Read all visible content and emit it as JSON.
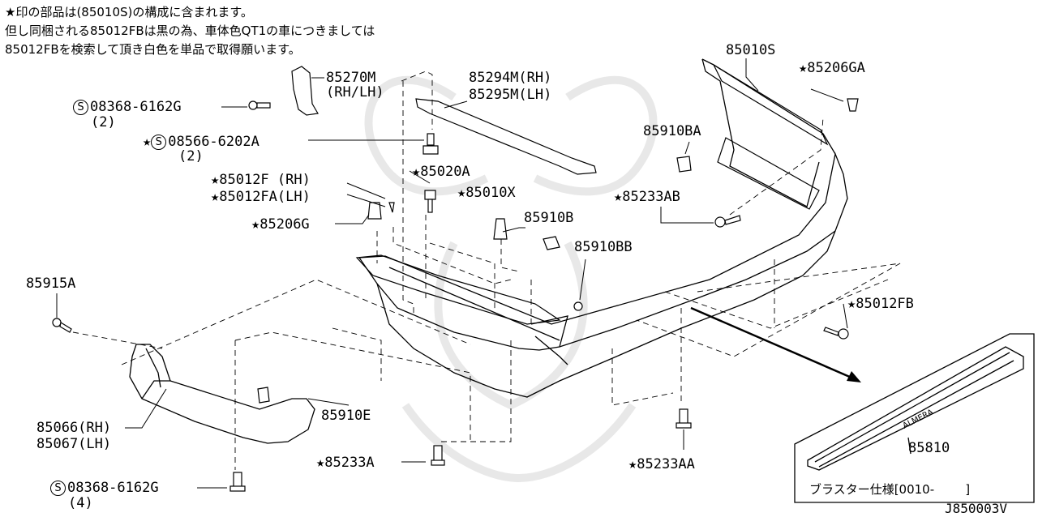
{
  "notes": {
    "line1": "★印の部品は(85010S)の構成に含まれます。",
    "line2": "但し同梱される85012FBは黒の為、車体色QT1の車につきましては",
    "line3": "85012FBを検索して頂き白色を単品で取得願います。"
  },
  "markers": {
    "star": "★",
    "screw": "S"
  },
  "parts": {
    "p85270M": "85270M",
    "p85270M_side": "(RH/LH)",
    "p08368_top": "08368-6162G",
    "p08368_top_qty": "(2)",
    "p08566": "08566-6202A",
    "p08566_qty": "(2)",
    "p85294M": "85294M(RH)",
    "p85295M": "85295M(LH)",
    "p85010S": "85010S",
    "p85206GA": "85206GA",
    "p85910BA": "85910BA",
    "p85020A": "85020A",
    "p85012F": "85012F (RH)",
    "p85012FA": "85012FA(LH)",
    "p85010X": "85010X",
    "p85233AB": "85233AB",
    "p85206G": "85206G",
    "p85910B": "85910B",
    "p85910BB": "85910BB",
    "p85915A": "85915A",
    "p85012FB": "85012FB",
    "p85066": "85066(RH)",
    "p85067": "85067(LH)",
    "p85910E": "85910E",
    "p85233A": "85233A",
    "p85233AA": "85233AA",
    "p08368_bottom": "08368-6162G",
    "p08368_bottom_qty": "(4)",
    "p85810": "85810"
  },
  "inset": {
    "caption": "ブラスター仕様[0010-        ]",
    "emblem": "ALMERA"
  },
  "diagram_code": "J850003V"
}
